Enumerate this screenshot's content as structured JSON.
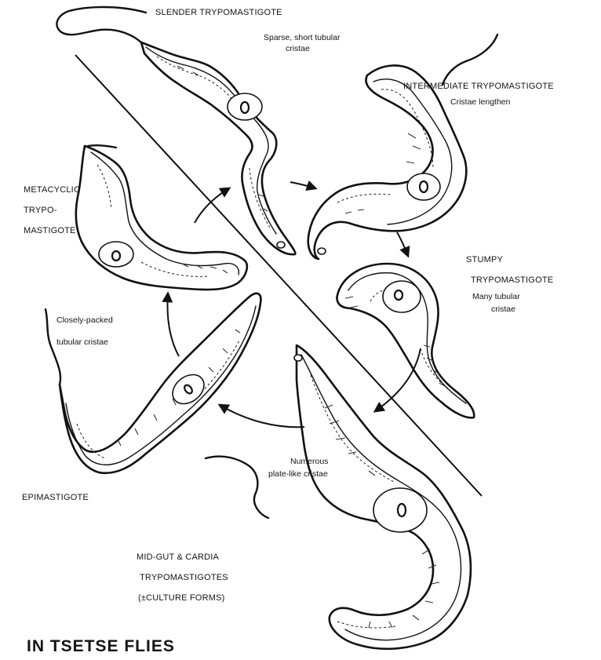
{
  "figure": {
    "footer_title": "IN TSETSE FLIES"
  },
  "stages": {
    "slender": {
      "name": "SLENDER  TRYPOMASTIGOTE",
      "note_line1": "Sparse, short tubular",
      "note_line2": "cristae"
    },
    "intermediate": {
      "name": "INTERMEDIATE  TRYPOMASTIGOTE",
      "note": "Cristae lengthen"
    },
    "stumpy": {
      "name_line1": "STUMPY",
      "name_line2": "TRYPOMASTIGOTE",
      "note_line1": "Many tubular",
      "note_line2": "cristae"
    },
    "midgut": {
      "note_line1": "Numerous",
      "note_line2": "plate-like cristae",
      "name_line1": "MID-GUT & CARDIA",
      "name_line2": "TRYPOMASTIGOTES",
      "name_line3": "(±CULTURE FORMS)"
    },
    "epimastigote": {
      "note_line1": "Closely-packed",
      "note_line2": "tubular cristae",
      "name": "EPIMASTIGOTE"
    },
    "metacyclic": {
      "name_line1": "METACYCLIC",
      "name_line2": "TRYPO-",
      "name_line3": "MASTIGOTE"
    }
  },
  "icons": [
    "cycle-arrow",
    "cell-outline",
    "nucleus",
    "flagellum"
  ]
}
